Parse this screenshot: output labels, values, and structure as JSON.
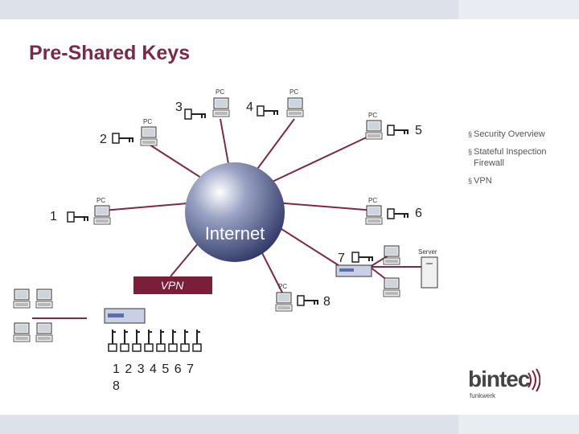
{
  "title": "Pre-Shared Keys",
  "bullets": [
    "Security Overview",
    "Stateful Inspection Firewall",
    "VPN"
  ],
  "diagram": {
    "cloud_label": "Internet",
    "pc_label": "PC",
    "server_label": "Server",
    "vpn_label": "VPN",
    "key_numbers": [
      "1",
      "2",
      "3",
      "4",
      "5",
      "6",
      "7",
      "8"
    ],
    "key_row_line1": "1 2 3 4 5 6 7",
    "key_row_line2": "8"
  },
  "brand": {
    "name": "bintec",
    "subtitle": "funkwerk"
  },
  "colors": {
    "accent": "#7a2a48",
    "line": "#7a2a48",
    "vpn_box": "#7a1f3a"
  }
}
